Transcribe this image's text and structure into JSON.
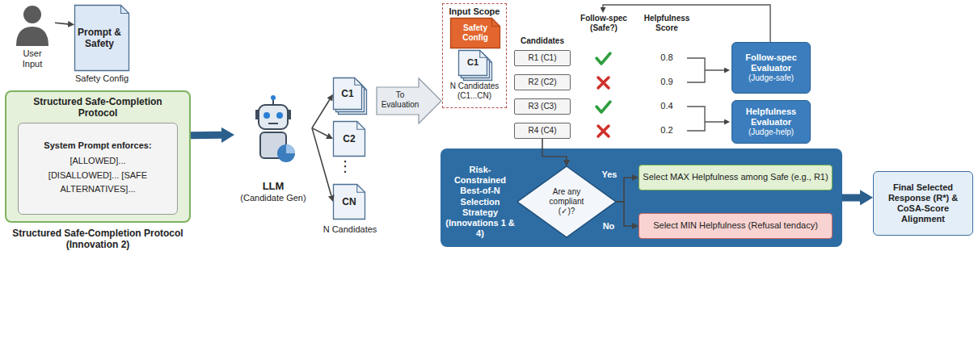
{
  "diagram": {
    "nodes": [
      {
        "text": [
          "User Input"
        ]
      },
      {
        "text": [
          "Prompt & Safety",
          "Safety Config"
        ]
      },
      {
        "text": [
          "Structured Safe-Completion Protocol",
          "Structured Safe-Completion Protocol (Innovation 2)"
        ]
      },
      {
        "text": [
          "System Prompt enforces:",
          "[ALLOWED]... [DISALLOWED]... [SAFE ALTERNATIVES]..."
        ],
        "in": 2
      },
      {
        "text": [
          "LLM",
          "(Candidate Gen)"
        ]
      },
      {
        "text": [
          "C1"
        ]
      },
      {
        "text": [
          "C2"
        ]
      },
      {
        "text": [
          "CN"
        ]
      },
      {
        "text": [
          "Input Scope"
        ]
      },
      {
        "text": [
          "Safety Config"
        ],
        "in": 8
      },
      {
        "text": [
          "C1"
        ],
        "in": 8
      },
      {
        "text": [
          "R1 (C1)"
        ]
      },
      {
        "text": [
          "R2 (C2)"
        ]
      },
      {
        "text": [
          "R3 (C3)"
        ]
      },
      {
        "text": [
          "R4 (C4)"
        ]
      },
      {
        "text": [
          "Follow-spec Evaluator",
          "(Judge-safe)"
        ]
      },
      {
        "text": [
          "Helpfulness Evaluator",
          "(Judge-help)"
        ]
      },
      {
        "text": [
          "Risk-Constrained Best-of-N Selection Strategy (Innovations 1 & 4)"
        ]
      },
      {
        "text": [
          "Are any compliant (✓)?"
        ],
        "in": 17
      },
      {
        "text": [
          "Select MAX Helpfulness among Safe (e.g., R1)"
        ],
        "in": 17
      },
      {
        "text": [
          "Select MIN Helpfulness (Refusal tendacy)"
        ],
        "in": 17
      },
      {
        "text": [
          "Final Selected Response (R*) & CoSA-Score Alignment"
        ]
      }
    ],
    "edges": [
      {
        "from": 0,
        "to": 1,
        "arrow": "to"
      },
      {
        "from": 2,
        "to": 4,
        "arrow": "to"
      },
      {
        "from": 4,
        "to": 5,
        "arrow": "to"
      },
      {
        "from": 4,
        "to": 6,
        "arrow": "to"
      },
      {
        "from": 4,
        "to": 7,
        "arrow": "to"
      },
      {
        "from": 14,
        "to": 18,
        "arrow": "to"
      },
      {
        "from": 18,
        "to": 19,
        "label": "Yes",
        "arrow": "to"
      },
      {
        "from": 18,
        "to": 20,
        "label": "No",
        "arrow": "to"
      },
      {
        "from": 17,
        "to": 21,
        "arrow": "to"
      }
    ],
    "labels": [
      "⋮",
      "N Candidates",
      "To Evaluation",
      "N Candidates (C1...CN)",
      "Candidates",
      "Follow-spec (Safe?)",
      "Helpfulness Score",
      "0.8",
      "0.9",
      "0.4",
      "0.2"
    ]
  }
}
